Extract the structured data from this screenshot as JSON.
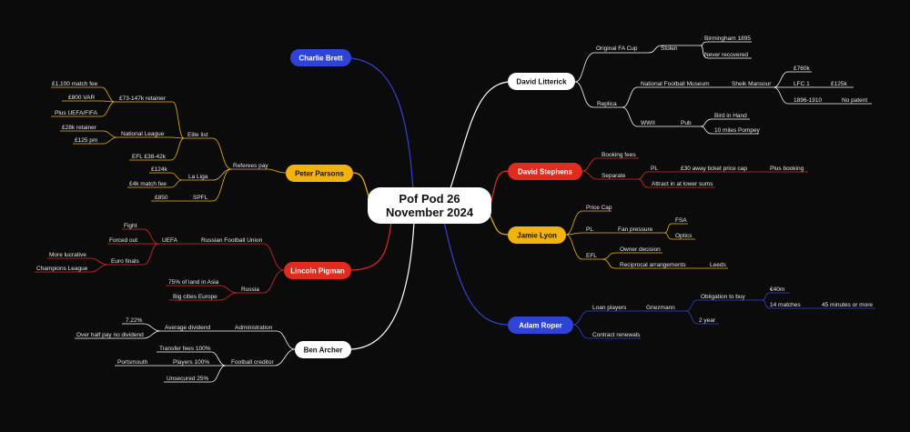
{
  "colors": {
    "background": "#0b0b0b",
    "blue": "#2f44d6",
    "white": "#ffffff",
    "red": "#e02b1f",
    "yellow": "#f2b30f"
  },
  "center": {
    "line1": "Pof Pod 26",
    "line2": "November 2024"
  },
  "topics": {
    "charlie_brett": "Charlie Brett",
    "david_litterick": "David Litterick",
    "david_stephens": "David Stephens",
    "jamie_lyon": "Jamie Lyon",
    "adam_roper": "Adam Roper",
    "peter_parsons": "Peter Parsons",
    "lincoln_pigman": "Lincoln Pigman",
    "ben_archer": "Ben Archer"
  },
  "litterick": {
    "original_fa_cup": "Original FA Cup",
    "stolen": "Stolen",
    "birmingham": "Birmingham 1895",
    "never_recovered": "Never recovered",
    "replica": "Replica",
    "museum": "National Football Museum",
    "sheik": "Sheik Mansour",
    "p760k": "£760k",
    "lfc1": "LFC 1",
    "p125k": "£125k",
    "years": "1896-1910",
    "no_patent": "No patent",
    "wwii": "WWII",
    "pub": "Pub",
    "bird": "Bird in Hand",
    "pompey": "10 miles Pompey"
  },
  "stephens": {
    "booking_fees": "Booking fees",
    "separate": "Separate",
    "pl": "PL",
    "away_cap": "£30 away ticket price cap",
    "plus_booking": "Plus booking",
    "attract": "Attract in at lower sums"
  },
  "lyon": {
    "price_cap": "Price Cap",
    "pl": "PL",
    "fan_pressure": "Fan pressure",
    "fsa": "FSA",
    "optics": "Optics",
    "efl": "EFL",
    "owner_decision": "Owner decision",
    "reciprocal": "Reciprocal arrangements",
    "leeds": "Leeds"
  },
  "roper": {
    "loan_players": "Loan players",
    "griezmann": "Griezmann",
    "obligation": "Obligation to buy",
    "e40m": "€40m",
    "matches": "14 matches",
    "minutes": "45 minutes or more",
    "two_year": "2 year",
    "contract_renewals": "Contract renewals"
  },
  "parsons": {
    "referees_pay": "Referees pay",
    "elite_list": "Elite list",
    "retainer": "£73-147k retainer",
    "match_fee": "£1,100 match fee",
    "var": "£800 VAR",
    "uefa_fifa": "Plus UEFA/FIFA",
    "national_league": "National League",
    "p28k": "£28k retainer",
    "p125pm": "£125 pm",
    "efl": "EFL £38-42k",
    "la_liga": "La Liga",
    "p124k": "£124k",
    "p4k": "£4k match fee",
    "spfl": "SPFL",
    "p850": "£850"
  },
  "pigman": {
    "rfu": "Russian Football Union",
    "uefa": "UEFA",
    "fight": "Fight",
    "forced_out": "Forced out",
    "euro_finals": "Euro finals",
    "more_lucrative": "More lucrative",
    "champions_league": "Champions League",
    "russia": "Russia",
    "land_asia": "75% of land in Asia",
    "big_cities": "Big cities Europe"
  },
  "archer": {
    "administration": "Administration",
    "average_dividend": "Average dividend",
    "p722": "7.22%",
    "over_half": "Over half pay no dividend",
    "football_creditor": "Football creditor",
    "transfer_fees": "Transfer fees 100%",
    "players": "Players 100%",
    "portsmouth": "Portsmouth",
    "unsecured": "Unsecured 25%"
  }
}
